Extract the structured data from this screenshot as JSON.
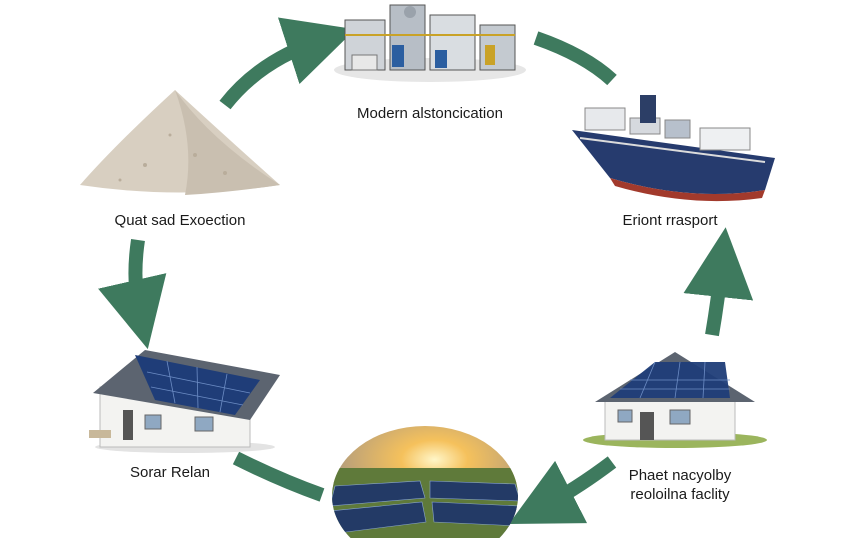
{
  "nodes": [
    {
      "label": "Quat sad Exoection",
      "icon": "sand-pile-icon"
    },
    {
      "label": "Modern alstoncication",
      "icon": "factory-icon"
    },
    {
      "label": "Eriont rrasport",
      "icon": "cargo-ship-icon"
    },
    {
      "label": "Phaet nacyolby",
      "label2": "reoloilna faclity",
      "icon": "house-with-solar-icon"
    },
    {
      "label": "",
      "icon": "solar-farm-sunset-icon"
    },
    {
      "label": "Sorar Relan",
      "icon": "solar-house-icon"
    }
  ],
  "colors": {
    "arrow": "#3e7a5e",
    "panel": "#1f3d78",
    "house_wall": "#f3f3f1",
    "roof": "#5c6470",
    "sand": "#d8cfc1",
    "ship_hull": "#263b6e",
    "ship_keel": "#a23a2c"
  }
}
